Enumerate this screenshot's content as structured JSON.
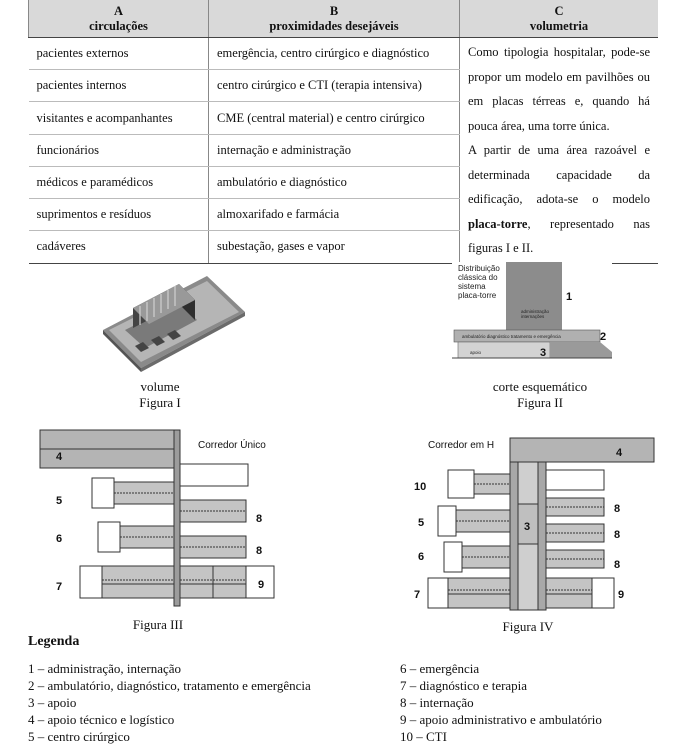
{
  "table": {
    "headers": [
      {
        "letter": "A",
        "title": "circulações"
      },
      {
        "letter": "B",
        "title": "proximidades desejáveis"
      },
      {
        "letter": "C",
        "title": "volumetria"
      }
    ],
    "rows": [
      {
        "a": "pacientes externos",
        "b": "emergência, centro cirúrgico e diagnóstico"
      },
      {
        "a": "pacientes internos",
        "b": "centro cirúrgico e CTI (terapia intensiva)"
      },
      {
        "a": "visitantes e acompanhantes",
        "b": "CME (central material) e centro cirúrgico"
      },
      {
        "a": "funcionários",
        "b": "internação e administração"
      },
      {
        "a": "médicos e paramédicos",
        "b": "ambulatório e diagnóstico"
      },
      {
        "a": "suprimentos e resíduos",
        "b": "almoxarifado e farmácia"
      },
      {
        "a": "cadáveres",
        "b": "subestação, gases e vapor"
      }
    ],
    "volumetria_p1": "Como tipologia hospitalar, pode-se propor um modelo em pavilhões ou em placas térreas e, quando há pouca área, uma torre única.",
    "volumetria_p2_before": "A partir de uma área razoável e determinada capacidade da edificação, adota-se o modelo ",
    "volumetria_p2_bold": "placa-torre",
    "volumetria_p2_after": ", representado nas figuras I e II."
  },
  "figure1": {
    "label": "volume",
    "caption": "Figura I"
  },
  "figure2": {
    "label": "corte esquemático",
    "caption": "Figura II",
    "annot": [
      "Distribuição",
      "clássica do",
      "sistema",
      "placa-torre"
    ],
    "tower_text": [
      "administração",
      "internações"
    ],
    "slab_text": "ambulatório diagnóstico tratamento e emergência",
    "base_text": "apoio",
    "n1": "1",
    "n2": "2",
    "n3": "3"
  },
  "figure3": {
    "caption": "Figura III",
    "corridor": "Corredor Único",
    "n4": "4",
    "n5": "5",
    "n6": "6",
    "n7": "7",
    "n8a": "8",
    "n8b": "8",
    "n9": "9"
  },
  "figure4": {
    "caption": "Figura IV",
    "corridor": "Corredor em H",
    "n4": "4",
    "n10": "10",
    "n5": "5",
    "n6": "6",
    "n7": "7",
    "n3": "3",
    "n8a": "8",
    "n8b": "8",
    "n8c": "8",
    "n9": "9"
  },
  "legend": {
    "title": "Legenda",
    "left": [
      "1 – administração, internação",
      "2 – ambulatório, diagnóstico, tratamento e emergência",
      "3 – apoio",
      "4 – apoio técnico e logístico",
      "5 – centro cirúrgico"
    ],
    "right": [
      "6 – emergência",
      "7 – diagnóstico e terapia",
      "8 – internação",
      "9 – apoio administrativo e ambulatório",
      "10 – CTI"
    ]
  }
}
